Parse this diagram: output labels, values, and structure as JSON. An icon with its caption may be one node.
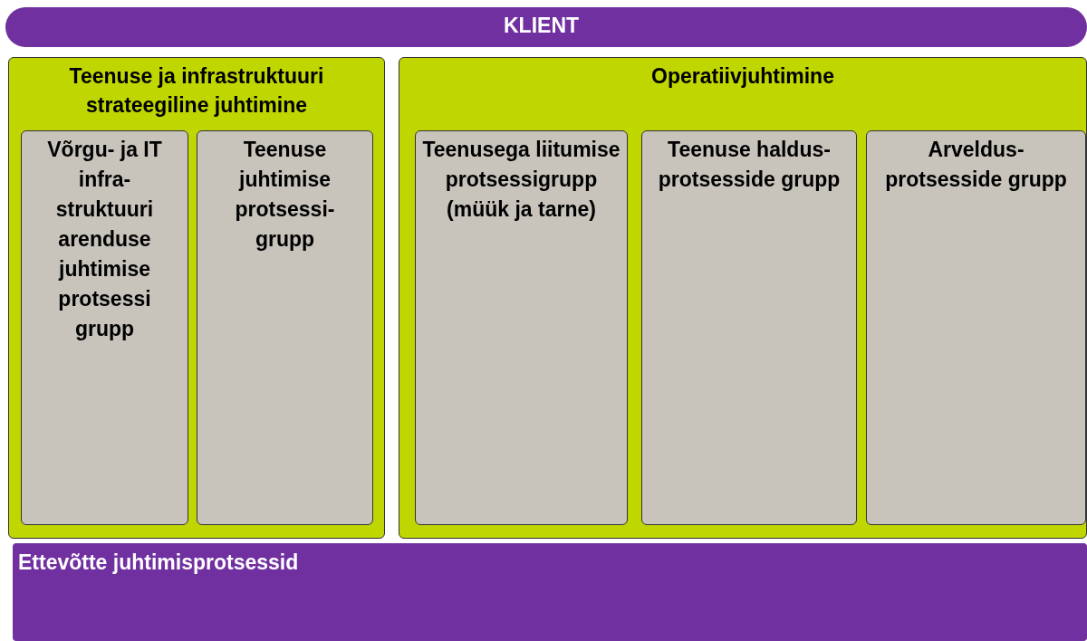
{
  "diagram": {
    "nodes": [
      {
        "text": [
          "KLIENT"
        ]
      },
      {
        "text": [
          "Teenuse ja infrastruktuuri strateegiline juhtimine"
        ]
      },
      {
        "text": [
          "Võrgu- ja IT infra- struktuuri arenduse juhtimise protsessi grupp"
        ],
        "in": 1
      },
      {
        "text": [
          "Teenuse juhtimise protsessi- grupp"
        ],
        "in": 1
      },
      {
        "text": [
          "Operatiivjuhtimine"
        ]
      },
      {
        "text": [
          "Teenusega liitumise protsessigrupp (müük ja tarne)"
        ],
        "in": 4
      },
      {
        "text": [
          "Teenuse haldus- protsesside grupp"
        ],
        "in": 4
      },
      {
        "text": [
          "Arveldus- protsesside grupp"
        ],
        "in": 4
      },
      {
        "text": [
          "Ettevõtte juhtimisprotsessid"
        ]
      }
    ]
  }
}
